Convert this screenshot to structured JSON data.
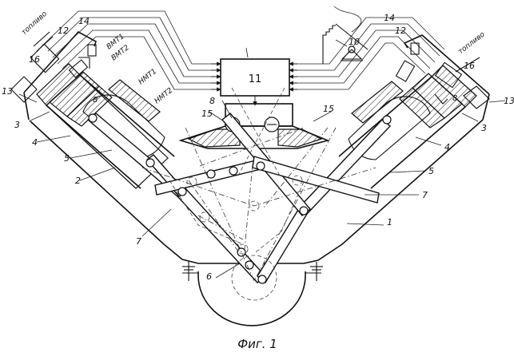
{
  "figure": {
    "caption": "Фиг. 1",
    "block_label": "11",
    "labels": {
      "n1": "1",
      "n2": "2",
      "n3_left": "3",
      "n3_right": "3",
      "n4_left": "4",
      "n4_right": "4",
      "n5_left": "5",
      "n5_right": "5",
      "n6": "6",
      "n7_left": "7",
      "n7_right": "7",
      "n8": "8",
      "n10": "10",
      "n12_left": "12",
      "n12_right": "12",
      "n13_left": "13",
      "n13_right": "13",
      "n14_left": "14",
      "n14_right": "14",
      "n15_left": "15",
      "n15_right": "15",
      "n16_left": "16",
      "n16_right": "16"
    },
    "dead_centre_marks": {
      "vmt1": "ВМТ1",
      "vmt2": "ВМТ2",
      "nmt1": "НМТ1",
      "nmt2": "НМТ2"
    },
    "fuel_left": "топливо",
    "fuel_right": "топливо",
    "valve_left": "8",
    "valve_right": "8"
  }
}
